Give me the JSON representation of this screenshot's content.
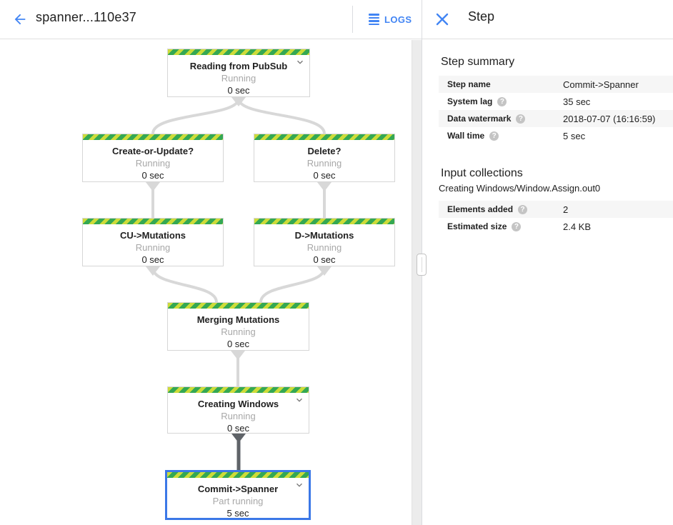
{
  "header": {
    "title": "spanner...110e37",
    "logs_label": "LOGS"
  },
  "panel": {
    "title": "Step",
    "step_summary": {
      "heading": "Step summary",
      "rows": [
        {
          "label": "Step name",
          "value": "Commit->Spanner",
          "help": false
        },
        {
          "label": "System lag",
          "value": "35 sec",
          "help": true
        },
        {
          "label": "Data watermark",
          "value": "2018-07-07 (16:16:59)",
          "help": true
        },
        {
          "label": "Wall time",
          "value": "5 sec",
          "help": true
        }
      ]
    },
    "input_collections": {
      "heading": "Input collections",
      "collection_name": "Creating Windows/Window.Assign.out0",
      "rows": [
        {
          "label": "Elements added",
          "value": "2",
          "help": true
        },
        {
          "label": "Estimated size",
          "value": "2.4 KB",
          "help": true
        }
      ]
    },
    "help_glyph": "?"
  },
  "graph": {
    "nodes": [
      {
        "id": "reading-from-pubsub",
        "label": "Reading from PubSub",
        "status": "Running",
        "time": "0 sec",
        "chevron": true,
        "selected": false
      },
      {
        "id": "create-or-update",
        "label": "Create-or-Update?",
        "status": "Running",
        "time": "0 sec",
        "chevron": false,
        "selected": false
      },
      {
        "id": "delete",
        "label": "Delete?",
        "status": "Running",
        "time": "0 sec",
        "chevron": false,
        "selected": false
      },
      {
        "id": "cu-mutations",
        "label": "CU->Mutations",
        "status": "Running",
        "time": "0 sec",
        "chevron": false,
        "selected": false
      },
      {
        "id": "d-mutations",
        "label": "D->Mutations",
        "status": "Running",
        "time": "0 sec",
        "chevron": false,
        "selected": false
      },
      {
        "id": "merging-mutations",
        "label": "Merging Mutations",
        "status": "Running",
        "time": "0 sec",
        "chevron": false,
        "selected": false
      },
      {
        "id": "creating-windows",
        "label": "Creating Windows",
        "status": "Running",
        "time": "0 sec",
        "chevron": true,
        "selected": false
      },
      {
        "id": "commit-spanner",
        "label": "Commit->Spanner",
        "status": "Part running",
        "time": "5 sec",
        "chevron": true,
        "selected": true
      }
    ],
    "edges": [
      {
        "from": "reading-from-pubsub",
        "to": "create-or-update",
        "state": "idle"
      },
      {
        "from": "reading-from-pubsub",
        "to": "delete",
        "state": "idle"
      },
      {
        "from": "create-or-update",
        "to": "cu-mutations",
        "state": "idle"
      },
      {
        "from": "delete",
        "to": "d-mutations",
        "state": "idle"
      },
      {
        "from": "cu-mutations",
        "to": "merging-mutations",
        "state": "idle"
      },
      {
        "from": "d-mutations",
        "to": "merging-mutations",
        "state": "idle"
      },
      {
        "from": "merging-mutations",
        "to": "creating-windows",
        "state": "idle"
      },
      {
        "from": "creating-windows",
        "to": "commit-spanner",
        "state": "active"
      }
    ]
  },
  "colors": {
    "accent_blue": "#4285f4",
    "selected_border_blue": "#3b78e7",
    "stripe_green": "#34a853",
    "stripe_lime": "#cddc39",
    "edge_idle": "#d8d8d8",
    "edge_active": "#5f6368",
    "status_gray": "#a8a8a8"
  }
}
